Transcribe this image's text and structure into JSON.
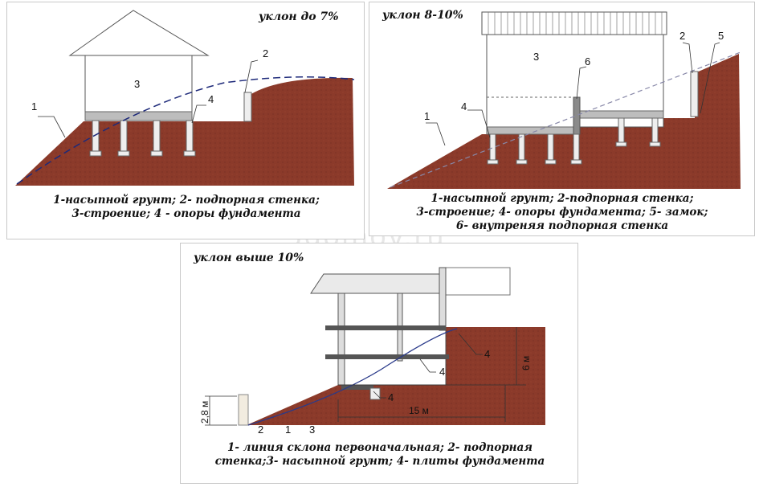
{
  "panel1": {
    "title": "уклон до 7%",
    "caption_line1": "1-насыпной грунт; 2- подпорная стенка;",
    "caption_line2": "3-строение; 4 - опоры фундамента",
    "labels": {
      "n1": "1",
      "n2": "2",
      "n3": "3",
      "n4": "4"
    }
  },
  "panel2": {
    "title": "уклон 8-10%",
    "caption_line1": "1-насыпной грунт; 2-подпорная стенка;",
    "caption_line2": "3-строение; 4- опоры фундамента; 5- замок;",
    "caption_line3": "6- внутреняя подпорная стенка",
    "labels": {
      "n1": "1",
      "n2": "2",
      "n3": "3",
      "n4": "4",
      "n5": "5",
      "n6": "6"
    }
  },
  "panel3": {
    "title": "уклон выше 10%",
    "caption_line1": "1- линия склона первоначальная; 2- подпорная",
    "caption_line2": "стенка;3- насыпной грунт; 4- плиты фундамента",
    "labels": {
      "n4a": "4",
      "n4b": "4",
      "n4c": "4",
      "n2": "2",
      "n1": "1",
      "n3": "3"
    },
    "dims": {
      "height_left": "2,8 м",
      "height_right": "6 м",
      "length": "15 м"
    }
  },
  "watermark": "5domov.ru",
  "colors": {
    "soil": "#8b3a2a",
    "soil_dark": "#6e2c20",
    "support": "#e8e8e8",
    "slab": "#9a9a9a",
    "line": "#2a3a8a"
  }
}
